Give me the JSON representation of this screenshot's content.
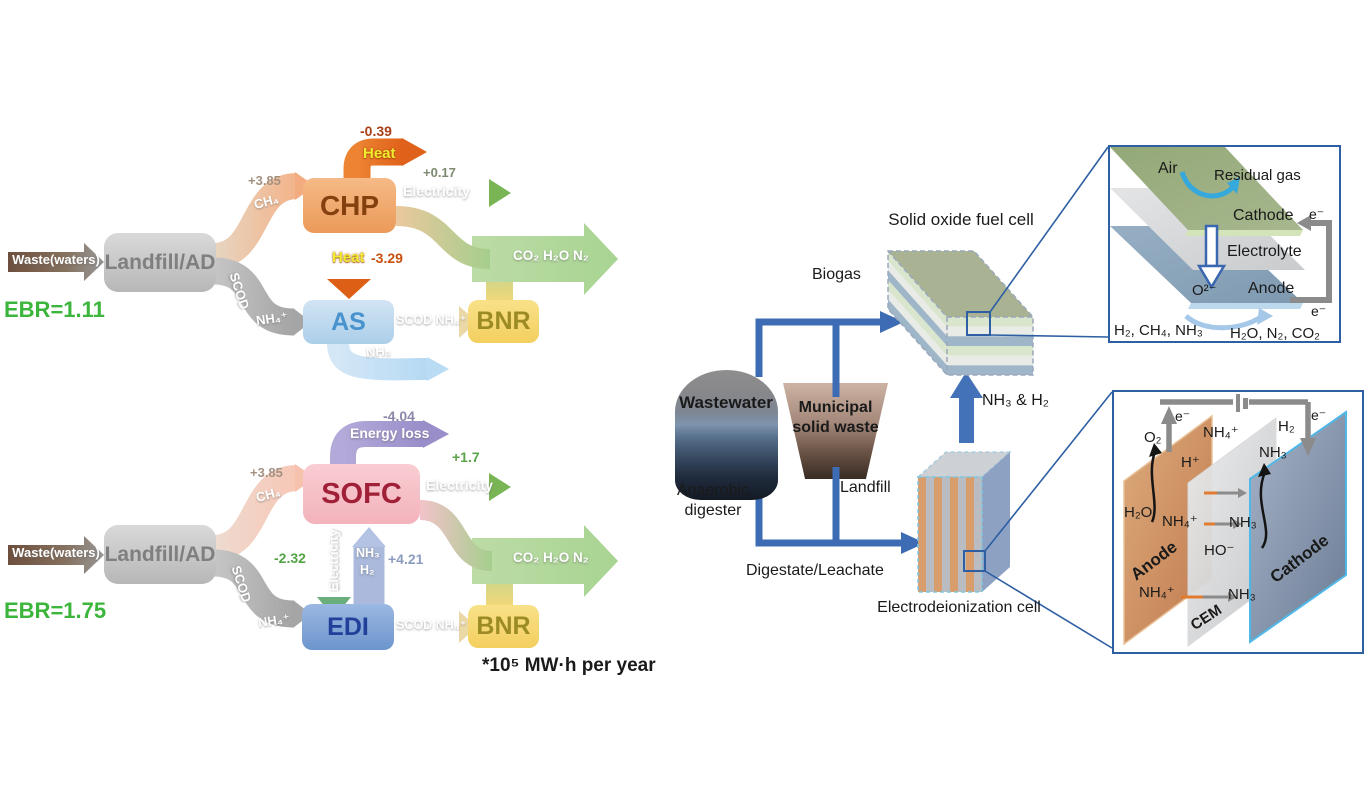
{
  "colors": {
    "accent_blue": "#3d6cb4",
    "inset_border": "#2e5fa3",
    "ebr_green": "#3bb53b",
    "chp_orange": "#ee9d5e",
    "sofc_pink": "#f5bcc4",
    "bnr_yellow": "#f5d56a",
    "as_blue": "#bcd6ec",
    "edi_blue": "#7da0d4",
    "heat_orange": "#e0611a",
    "energy_loss_purple": "#9a8eca"
  },
  "sankey_chp": {
    "waste": "Waste(waters)",
    "source": "Landfill/AD",
    "ebr": "EBR=1.11",
    "ch4_value": "+3.85",
    "ch4": "CH₄",
    "unit": "CHP",
    "heat_up_value": "-0.39",
    "heat_up": "Heat",
    "electricity_value": "+0.17",
    "electricity": "Electricity",
    "heat_down": "Heat",
    "heat_down_value": "-3.29",
    "scod": "SCOD",
    "nh4": "NH₄⁺",
    "treatment": "AS",
    "scod_nh4": "SCOD NH₄⁺",
    "bnr": "BNR",
    "nh3": "NH₃",
    "offgas": "CO₂  H₂O  N₂"
  },
  "sankey_sofc": {
    "waste": "Waste(waters)",
    "source": "Landfill/AD",
    "ebr": "EBR=1.75",
    "ch4_value": "+3.85",
    "ch4": "CH₄",
    "unit": "SOFC",
    "loss_value": "-4.04",
    "loss": "Energy loss",
    "electricity_value": "+1.7",
    "electricity": "Electricity",
    "elec_down": "Electricity",
    "elec_down_value": "-2.32",
    "nh3_up": "NH₃",
    "h2_up": "H₂",
    "nh3h2_value": "+4.21",
    "scod": "SCOD",
    "nh4": "NH₄⁺",
    "treatment": "EDI",
    "scod_nh4": "SCOD NH₄⁺",
    "bnr": "BNR",
    "offgas": "CO₂  H₂O  N₂"
  },
  "unit_note": "*10⁵ MW·h per year",
  "process": {
    "sofc_label": "Solid oxide fuel cell",
    "biogas": "Biogas",
    "wastewater": "Wastewater",
    "digester": "Anaerobic digester",
    "msw": "Municipal solid waste",
    "landfill": "Landfill",
    "nh3h2": "NH₃ & H₂",
    "leachate": "Digestate/Leachate",
    "edi_label": "Electrodeionization cell"
  },
  "sofc_inset": {
    "air": "Air",
    "residual_gas": "Residual gas",
    "cathode": "Cathode",
    "electrolyte": "Electrolyte",
    "anode": "Anode",
    "oxide_ion": "O²⁻",
    "e_top": "e⁻",
    "e_bottom": "e⁻",
    "fuel_in": "H₂, CH₄, NH₃",
    "fuel_out": "H₂O, N₂, CO₂"
  },
  "edi_inset": {
    "e_left": "e⁻",
    "e_right": "e⁻",
    "o2": "O₂",
    "nh4_top": "NH₄⁺",
    "h2": "H₂",
    "h_plus": "H⁺",
    "nh3_top": "NH₃",
    "h2o": "H₂O",
    "nh4_mid": "NH₄⁺",
    "nh3_mid": "NH₃",
    "hydroxide": "HO⁻",
    "nh4_bottom": "NH₄⁺",
    "nh3_bottom": "NH₃",
    "anode": "Anode",
    "cathode": "Cathode",
    "cem": "CEM"
  }
}
